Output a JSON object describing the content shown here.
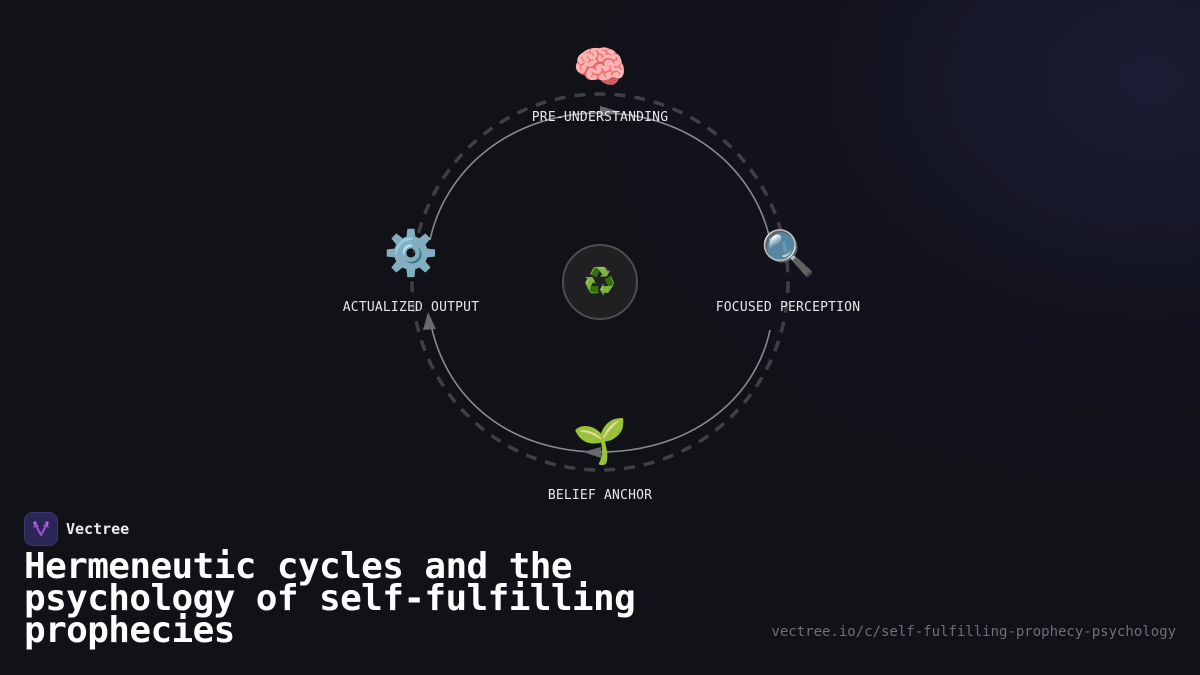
{
  "diagram": {
    "type": "cycle",
    "center": {
      "icon": "recycle-icon",
      "glyph": "♻️"
    },
    "nodes": [
      {
        "id": "pre-understanding",
        "label": "PRE-UNDERSTANDING",
        "icon": "brain-icon",
        "glyph": "🧠",
        "position": "top"
      },
      {
        "id": "focused-perception",
        "label": "FOCUSED PERCEPTION",
        "icon": "magnifying-glass-icon",
        "glyph": "🔍",
        "position": "right"
      },
      {
        "id": "belief-anchor",
        "label": "BELIEF ANCHOR",
        "icon": "seedling-icon",
        "glyph": "🌱",
        "position": "bottom"
      },
      {
        "id": "actualized-output",
        "label": "ACTUALIZED OUTPUT",
        "icon": "gear-icon",
        "glyph": "⚙️",
        "position": "left"
      }
    ],
    "edges": [
      {
        "from": "actualized-output",
        "to": "pre-understanding"
      },
      {
        "from": "pre-understanding",
        "to": "focused-perception"
      },
      {
        "from": "focused-perception",
        "to": "belief-anchor"
      },
      {
        "from": "belief-anchor",
        "to": "actualized-output"
      }
    ],
    "colors": {
      "dashed_ring": "#3f3f44",
      "solid_arc": "#8a8a8e",
      "arrow": "#6a6a6e",
      "hub_fill": "#202022",
      "hub_border": "#4d4d52"
    }
  },
  "brand": {
    "name": "Vectree",
    "logo_icon": "vectree-logo-icon",
    "logo_color": "#2a2754",
    "accent": "#a24fd8"
  },
  "title": "Hermeneutic cycles and the psychology of self-fulfilling prophecies",
  "url": "vectree.io/c/self-fulfilling-prophecy-psychology"
}
